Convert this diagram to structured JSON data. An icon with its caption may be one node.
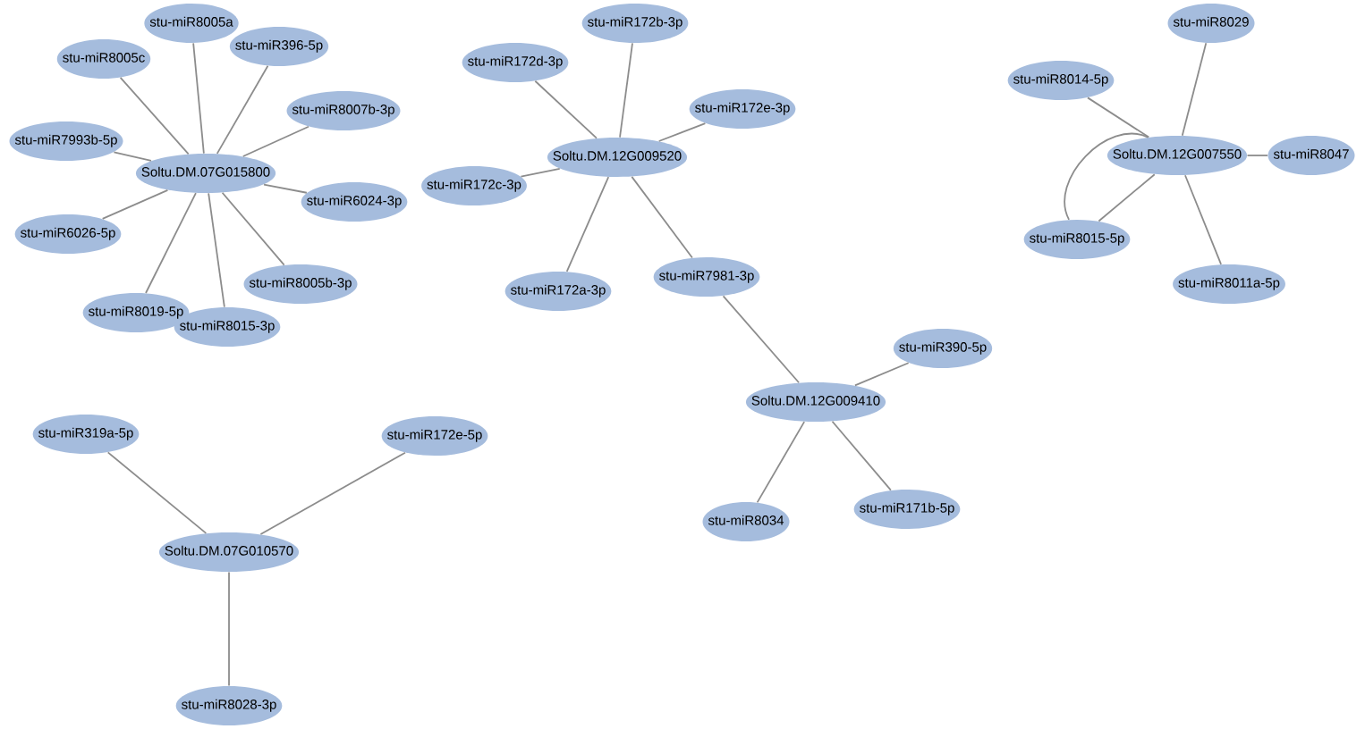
{
  "diagram": {
    "nodes": [
      {
        "text": [
          "Soltu.DM.07G015800"
        ]
      },
      {
        "text": [
          "stu-miR8005a"
        ]
      },
      {
        "text": [
          "stu-miR8005c"
        ]
      },
      {
        "text": [
          "stu-miR396-5p"
        ]
      },
      {
        "text": [
          "stu-miR8007b-3p"
        ]
      },
      {
        "text": [
          "stu-miR7993b-5p"
        ]
      },
      {
        "text": [
          "stu-miR6024-3p"
        ]
      },
      {
        "text": [
          "stu-miR6026-5p"
        ]
      },
      {
        "text": [
          "stu-miR8005b-3p"
        ]
      },
      {
        "text": [
          "stu-miR8019-5p"
        ]
      },
      {
        "text": [
          "stu-miR8015-3p"
        ]
      },
      {
        "text": [
          "Soltu.DM.12G009520"
        ]
      },
      {
        "text": [
          "stu-miR172b-3p"
        ]
      },
      {
        "text": [
          "stu-miR172d-3p"
        ]
      },
      {
        "text": [
          "stu-miR172e-3p"
        ]
      },
      {
        "text": [
          "stu-miR172c-3p"
        ]
      },
      {
        "text": [
          "stu-miR172a-3p"
        ]
      },
      {
        "text": [
          "stu-miR7981-3p"
        ]
      },
      {
        "text": [
          "Soltu.DM.12G007550"
        ]
      },
      {
        "text": [
          "stu-miR8029"
        ]
      },
      {
        "text": [
          "stu-miR8014-5p"
        ]
      },
      {
        "text": [
          "stu-miR8047"
        ]
      },
      {
        "text": [
          "stu-miR8015-5p"
        ]
      },
      {
        "text": [
          "stu-miR8011a-5p"
        ]
      },
      {
        "text": [
          "Soltu.DM.12G009410"
        ]
      },
      {
        "text": [
          "stu-miR390-5p"
        ]
      },
      {
        "text": [
          "stu-miR8034"
        ]
      },
      {
        "text": [
          "stu-miR171b-5p"
        ]
      },
      {
        "text": [
          "Soltu.DM.07G010570"
        ]
      },
      {
        "text": [
          "stu-miR319a-5p"
        ]
      },
      {
        "text": [
          "stu-miR172e-5p"
        ]
      },
      {
        "text": [
          "stu-miR8028-3p"
        ]
      }
    ],
    "edges": [
      {
        "from": 0,
        "to": 1,
        "arrow": "none"
      },
      {
        "from": 0,
        "to": 2,
        "arrow": "none"
      },
      {
        "from": 0,
        "to": 3,
        "arrow": "none"
      },
      {
        "from": 0,
        "to": 4,
        "arrow": "none"
      },
      {
        "from": 0,
        "to": 5,
        "arrow": "none"
      },
      {
        "from": 0,
        "to": 6,
        "arrow": "none"
      },
      {
        "from": 0,
        "to": 7,
        "arrow": "none"
      },
      {
        "from": 0,
        "to": 8,
        "arrow": "none"
      },
      {
        "from": 0,
        "to": 9,
        "arrow": "none"
      },
      {
        "from": 0,
        "to": 10,
        "arrow": "none"
      },
      {
        "from": 11,
        "to": 12,
        "arrow": "none"
      },
      {
        "from": 11,
        "to": 13,
        "arrow": "none"
      },
      {
        "from": 11,
        "to": 14,
        "arrow": "none"
      },
      {
        "from": 11,
        "to": 15,
        "arrow": "none"
      },
      {
        "from": 11,
        "to": 16,
        "arrow": "none"
      },
      {
        "from": 11,
        "to": 17,
        "arrow": "none"
      },
      {
        "from": 18,
        "to": 19,
        "arrow": "none"
      },
      {
        "from": 18,
        "to": 20,
        "arrow": "none"
      },
      {
        "from": 18,
        "to": 21,
        "arrow": "none"
      },
      {
        "from": 18,
        "to": 22,
        "arrow": "none"
      },
      {
        "from": 18,
        "to": 22,
        "arrow": "none"
      },
      {
        "from": 18,
        "to": 23,
        "arrow": "none"
      },
      {
        "from": 24,
        "to": 17,
        "arrow": "none"
      },
      {
        "from": 24,
        "to": 25,
        "arrow": "none"
      },
      {
        "from": 24,
        "to": 26,
        "arrow": "none"
      },
      {
        "from": 24,
        "to": 27,
        "arrow": "none"
      },
      {
        "from": 28,
        "to": 29,
        "arrow": "none"
      },
      {
        "from": 28,
        "to": 30,
        "arrow": "none"
      },
      {
        "from": 28,
        "to": 31,
        "arrow": "none"
      }
    ]
  }
}
